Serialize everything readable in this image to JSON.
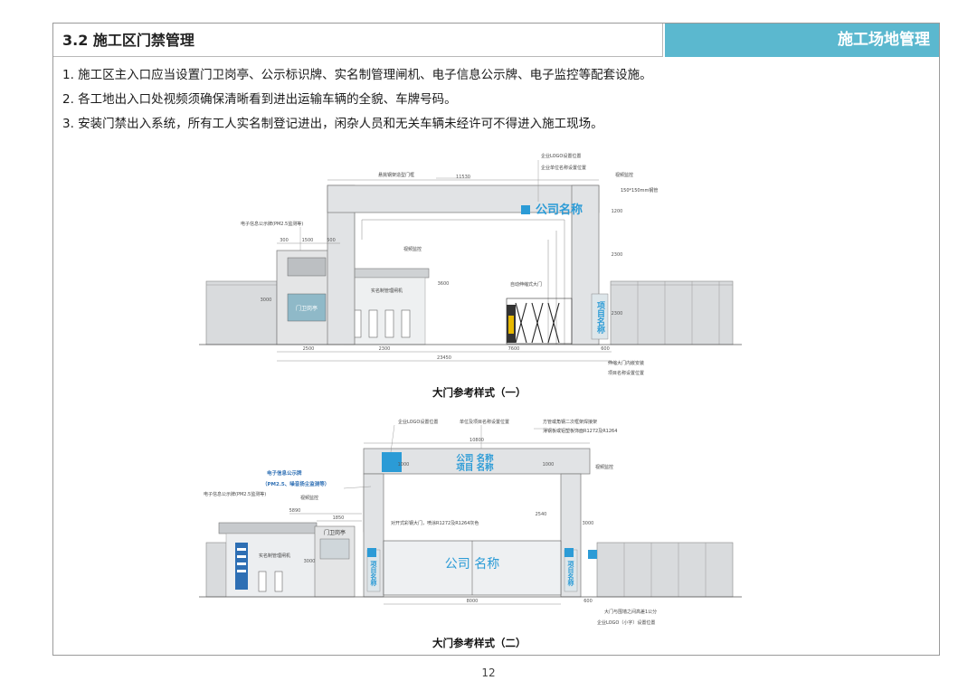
{
  "header": {
    "section_title": "3.2  施工区门禁管理",
    "category": "施工场地管理"
  },
  "rules": [
    "1.  施工区主入口应当设置门卫岗亭、公示标识牌、实名制管理闸机、电子信息公示牌、电子监控等配套设施。",
    "2.  各工地出入口处视频须确保清晰看到进出运输车辆的全貌、车牌号码。",
    "3.  安装门禁出入系统，所有工人实名制登记进出，闲杂人员和无关车辆未经许可不得进入施工现场。"
  ],
  "figure1": {
    "caption": "大门参考样式（一）",
    "gate_company_name": "公司名称",
    "pillar_project_name": "项目名称",
    "booth_sign": "门卫岗亭",
    "labels": {
      "logo_position": "企业LOGO设置位置",
      "unit_position": "企业单位名称设置位置",
      "video_monitor_top": "视频监控",
      "steel_pipe": "150*150mm钢管",
      "steel_frame": "悬挑钢架造型门框",
      "e_board": "电子信息公示牌(PM2.5监测等)",
      "video_monitor_mid": "视频监控",
      "gate_machine": "实名制管理闸机",
      "auto_gate": "自动伸缩式大门",
      "gate_note1": "伸缩大门内嵌安装",
      "gate_note2": "项目名称设置位置"
    },
    "dims": {
      "top": "11530",
      "side_h": "1200",
      "pillar_h": "2300",
      "left_h": "3000",
      "mid_h": "3600",
      "small_a": "300",
      "small_b": "1500",
      "small_c": "500",
      "bottom_a": "2500",
      "bottom_b": "2300",
      "bottom_c": "7600",
      "bottom_d": "600",
      "total": "23450"
    }
  },
  "figure2": {
    "caption": "大门参考样式（二）",
    "beam_line1": "公司 名称",
    "beam_line2": "项目 名称",
    "gate_company_name": "公司 名称",
    "booth_sign": "门卫岗亭",
    "pillar_left": "项目名称",
    "pillar_right": "项目名称",
    "labels": {
      "e_board_title": "电子信息公示牌",
      "e_board_sub": "（PM2.5、噪音扬尘监测等）",
      "e_board_small": "电子信息公示牌(PM2.5监测等)",
      "logo_position": "企业LOGO设置位置",
      "unit_position": "单位及项目名称设置位置",
      "square_tube": "方管或角钢二次框架焊接架",
      "plate": "薄钢板或铝塑板饰面R1272及R1264",
      "video_monitor_right": "视频监控",
      "video_monitor_left": "视频监控",
      "gate_machine": "实名制管理闸机",
      "door": "对开式彩钢大门，喷涂R1272及R1264灰色",
      "note1": "大门与围墙之间高差1公分",
      "note2": "企业LOGO（小字）设置位置"
    },
    "dims": {
      "top": "10800",
      "beam_h": "1000",
      "side_h": "2540",
      "right_h": "3000",
      "a": "5890",
      "b": "1850",
      "booth_h": "3000",
      "width": "8000",
      "c": "600"
    }
  },
  "page_number": "12"
}
